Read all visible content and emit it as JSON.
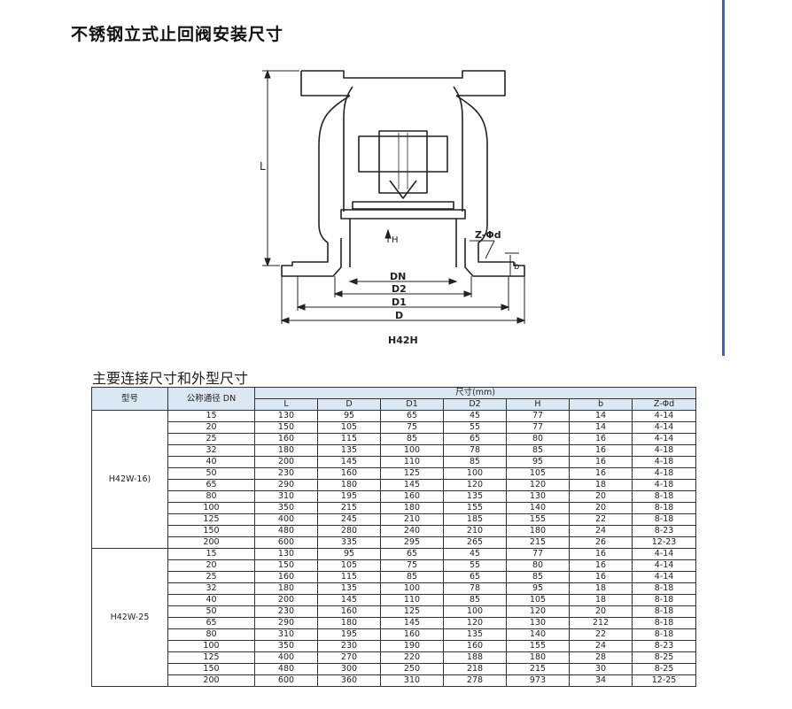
{
  "title": "不锈钢立式止回阀安装尺寸",
  "drawing": {
    "labels": {
      "L": "L",
      "H": "H",
      "b": "b",
      "zd": "Z-Φd",
      "dn": "DN",
      "d2": "D2",
      "d1": "D1",
      "d": "D",
      "model": "H42H"
    }
  },
  "table": {
    "caption": "主要连接尺寸和外型尺寸",
    "head": {
      "model": "型号",
      "dn": "公称通径 DN",
      "group": "尺寸(mm)",
      "cols": [
        "L",
        "D",
        "D1",
        "D2",
        "H",
        "b",
        "Z-Φd"
      ]
    },
    "groups": [
      {
        "model": "H42W-16)",
        "rows": [
          [
            "15",
            "130",
            "95",
            "65",
            "45",
            "77",
            "14",
            "4-14"
          ],
          [
            "20",
            "150",
            "105",
            "75",
            "55",
            "77",
            "14",
            "4-14"
          ],
          [
            "25",
            "160",
            "115",
            "85",
            "65",
            "80",
            "16",
            "4-14"
          ],
          [
            "32",
            "180",
            "135",
            "100",
            "78",
            "85",
            "16",
            "4-18"
          ],
          [
            "40",
            "200",
            "145",
            "110",
            "85",
            "95",
            "16",
            "4-18"
          ],
          [
            "50",
            "230",
            "160",
            "125",
            "100",
            "105",
            "16",
            "4-18"
          ],
          [
            "65",
            "290",
            "180",
            "145",
            "120",
            "120",
            "18",
            "4-18"
          ],
          [
            "80",
            "310",
            "195",
            "160",
            "135",
            "130",
            "20",
            "8-18"
          ],
          [
            "100",
            "350",
            "215",
            "180",
            "155",
            "140",
            "20",
            "8-18"
          ],
          [
            "125",
            "400",
            "245",
            "210",
            "185",
            "155",
            "22",
            "8-18"
          ],
          [
            "150",
            "480",
            "280",
            "240",
            "210",
            "180",
            "24",
            "8-23"
          ],
          [
            "200",
            "600",
            "335",
            "295",
            "265",
            "215",
            "26",
            "12-23"
          ]
        ]
      },
      {
        "model": "H42W-25",
        "rows": [
          [
            "15",
            "130",
            "95",
            "65",
            "45",
            "77",
            "16",
            "4-14"
          ],
          [
            "20",
            "150",
            "105",
            "75",
            "55",
            "80",
            "16",
            "4-14"
          ],
          [
            "25",
            "160",
            "115",
            "85",
            "65",
            "85",
            "16",
            "4-14"
          ],
          [
            "32",
            "180",
            "135",
            "100",
            "78",
            "95",
            "18",
            "8-18"
          ],
          [
            "40",
            "200",
            "145",
            "110",
            "85",
            "105",
            "18",
            "8-18"
          ],
          [
            "50",
            "230",
            "160",
            "125",
            "100",
            "120",
            "20",
            "8-18"
          ],
          [
            "65",
            "290",
            "180",
            "145",
            "120",
            "130",
            "212",
            "8-18"
          ],
          [
            "80",
            "310",
            "195",
            "160",
            "135",
            "140",
            "22",
            "8-18"
          ],
          [
            "100",
            "350",
            "230",
            "190",
            "160",
            "155",
            "24",
            "8-23"
          ],
          [
            "125",
            "400",
            "270",
            "220",
            "188",
            "180",
            "28",
            "8-25"
          ],
          [
            "150",
            "480",
            "300",
            "250",
            "218",
            "215",
            "30",
            "8-25"
          ],
          [
            "200",
            "600",
            "360",
            "310",
            "278",
            "973",
            "34",
            "12-25"
          ]
        ]
      }
    ]
  }
}
